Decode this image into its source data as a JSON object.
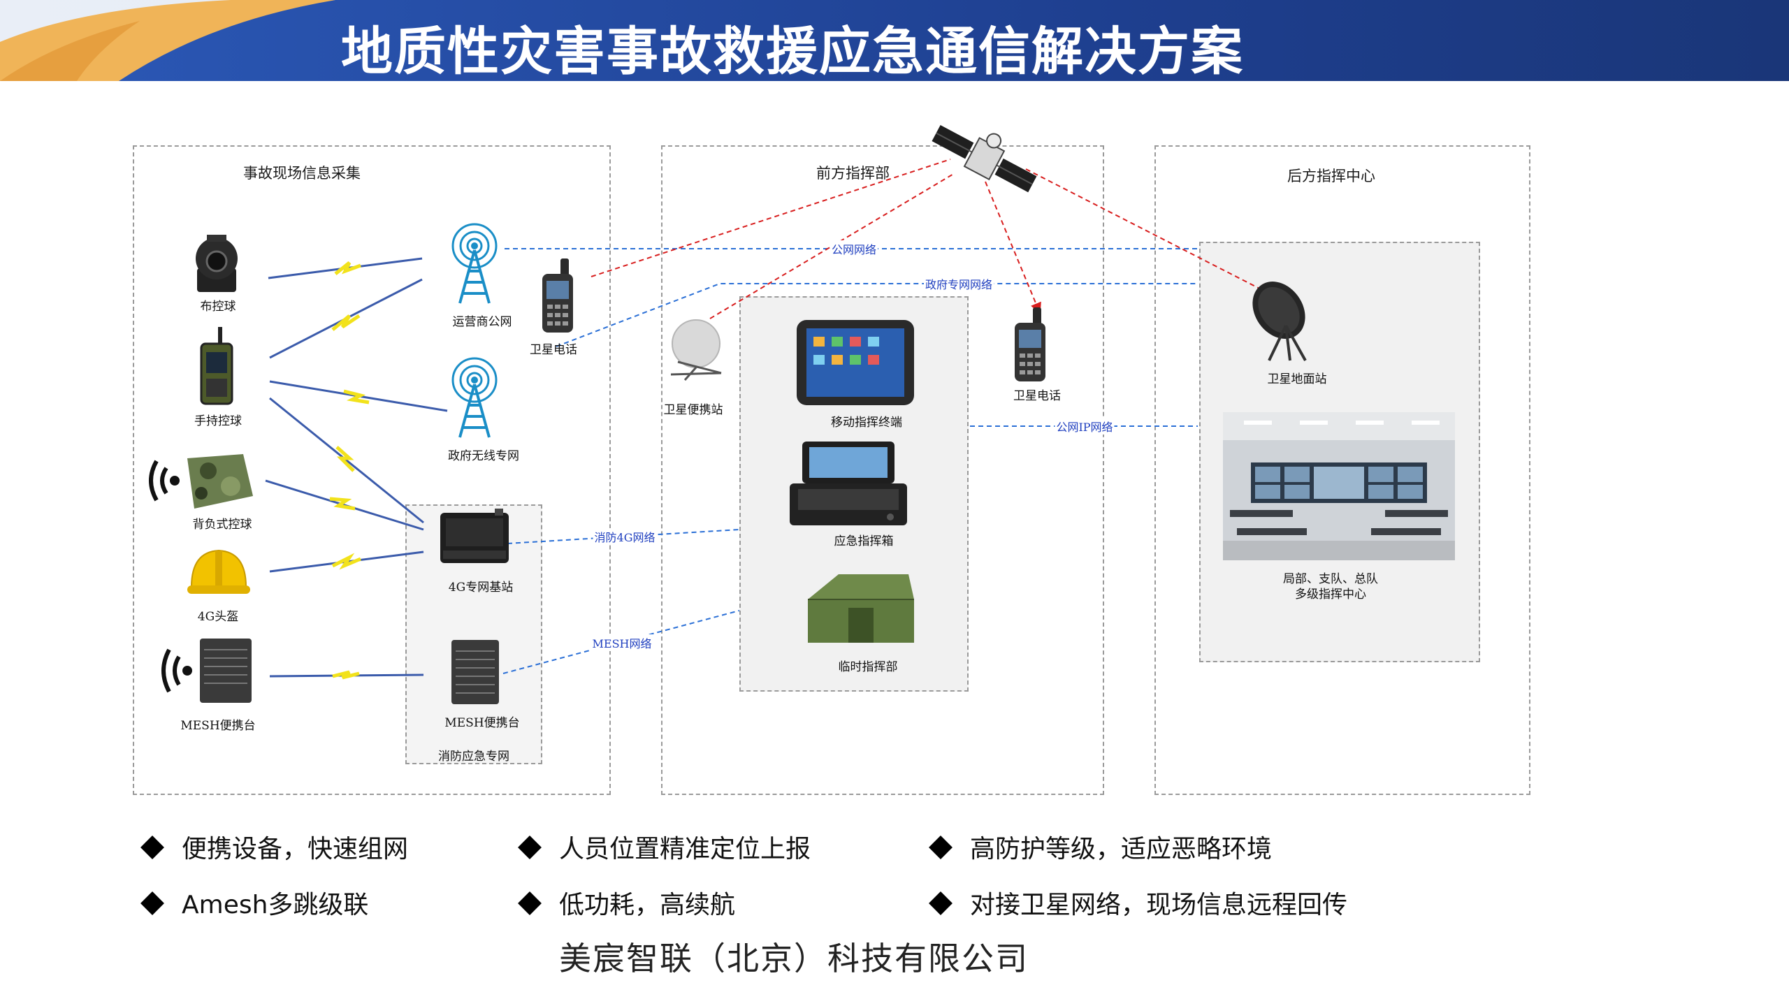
{
  "title": "地质性灾害事故救援应急通信解决方案",
  "colors": {
    "banner_dark": "#1d3f8e",
    "banner_accent": "#e8a33d",
    "link_red": "#d81e1e",
    "link_blue": "#2a6fd6",
    "bolt": "#f2e21b"
  },
  "panels": {
    "site": "事故现场信息采集",
    "front": "前方指挥部",
    "rear": "后方指挥中心"
  },
  "devices": {
    "ptz_ball": "布控球",
    "handheld": "手持控球",
    "backpack": "背负式控球",
    "helmet": "4G头盔",
    "mesh_portable_left": "MESH便携台",
    "operator_tower": "运营商公网",
    "gov_tower": "政府无线专网",
    "sat_phone_1": "卫星电话",
    "base_4g": "4G专网基站",
    "mesh_portable": "MESH便携台",
    "fire_private": "消防应急专网",
    "sat_portable": "卫星便携站",
    "mobile_terminal": "移动指挥终端",
    "emergency_box": "应急指挥箱",
    "temp_hq": "临时指挥部",
    "sat_phone_2": "卫星电话",
    "ground_station": "卫星地面站",
    "center_line1": "局部、支队、总队",
    "center_line2": "多级指挥中心"
  },
  "networks": {
    "public": "公网网络",
    "gov": "政府专网网络",
    "fire4g": "消防4G网络",
    "mesh": "MESH网络",
    "public_ip": "公网IP网络"
  },
  "bullets": [
    "便携设备，快速组网",
    "人员位置精准定位上报",
    "高防护等级，适应恶略环境",
    "Amesh多跳级联",
    "低功耗，高续航",
    "对接卫星网络，现场信息远程回传"
  ],
  "company": "美宸智联（北京）科技有限公司"
}
